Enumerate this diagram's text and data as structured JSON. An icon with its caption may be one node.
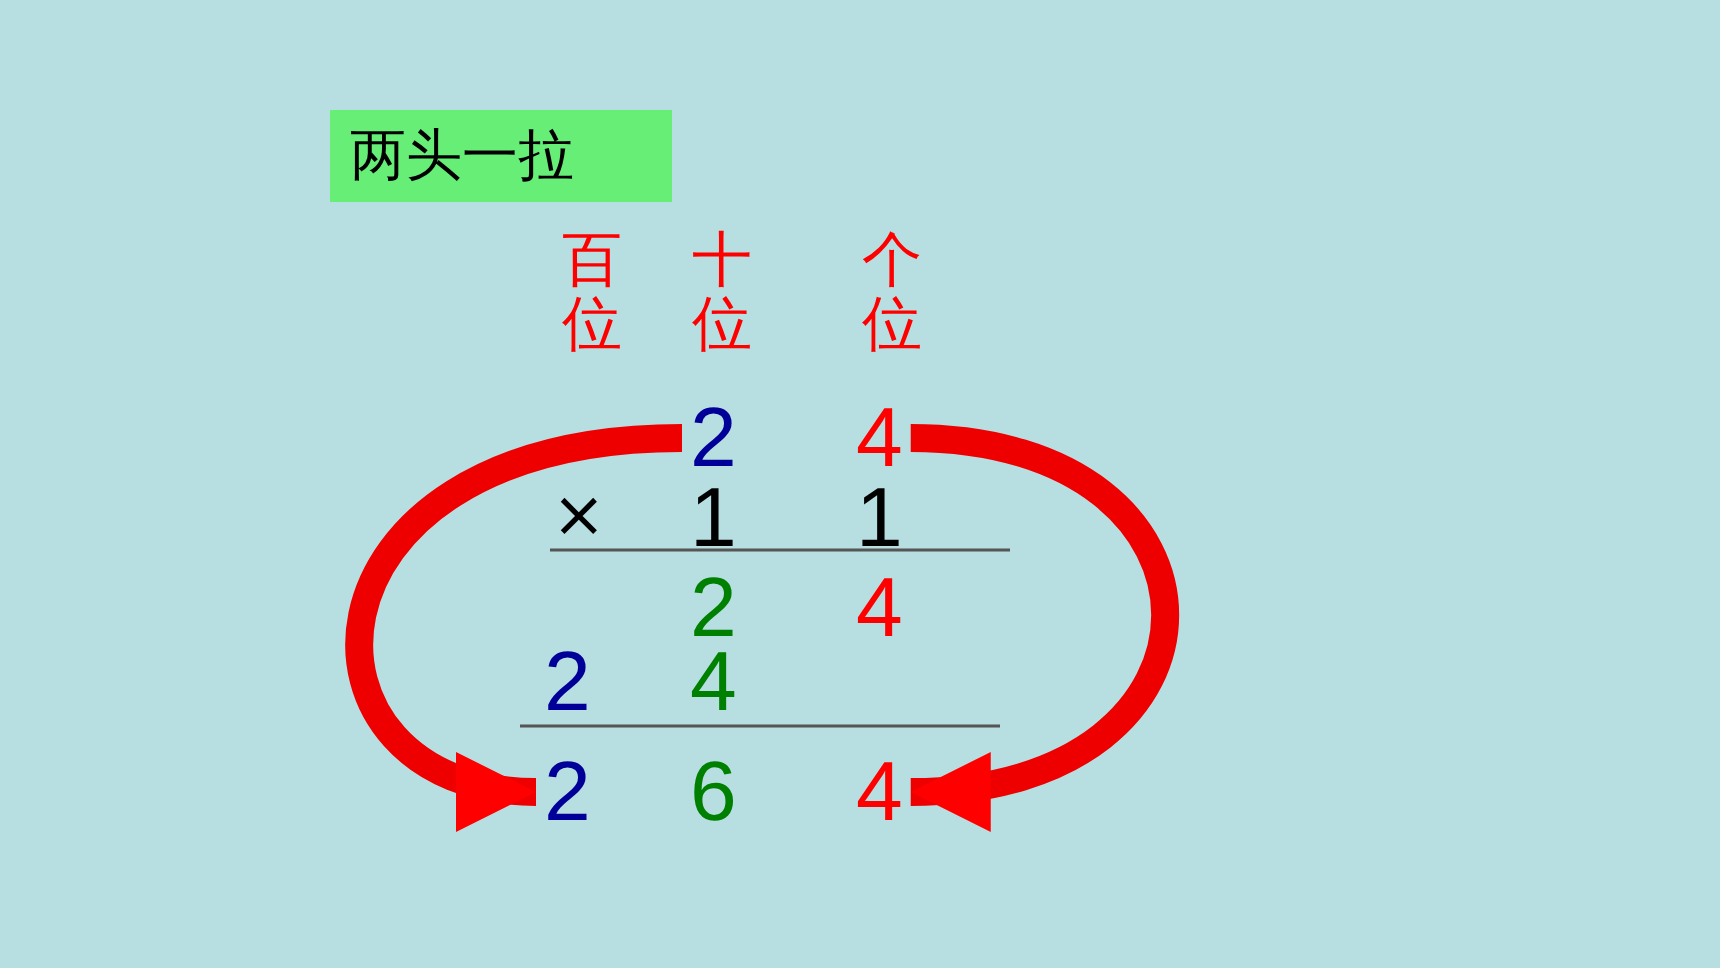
{
  "diagram": {
    "title": "两头一拉",
    "nodes": [
      {
        "text": [
          "2"
        ]
      },
      {
        "text": [
          "4"
        ]
      },
      {
        "text": [
          "2"
        ]
      },
      {
        "text": [
          "4"
        ]
      }
    ],
    "edges": [
      {
        "from": 0,
        "to": 2,
        "arrow": "to"
      },
      {
        "from": 1,
        "to": 3,
        "arrow": "to"
      }
    ],
    "labels": [
      "百位",
      "十位",
      "个位",
      "×",
      "1",
      "1",
      "2",
      "4",
      "2",
      "4",
      "6"
    ]
  }
}
